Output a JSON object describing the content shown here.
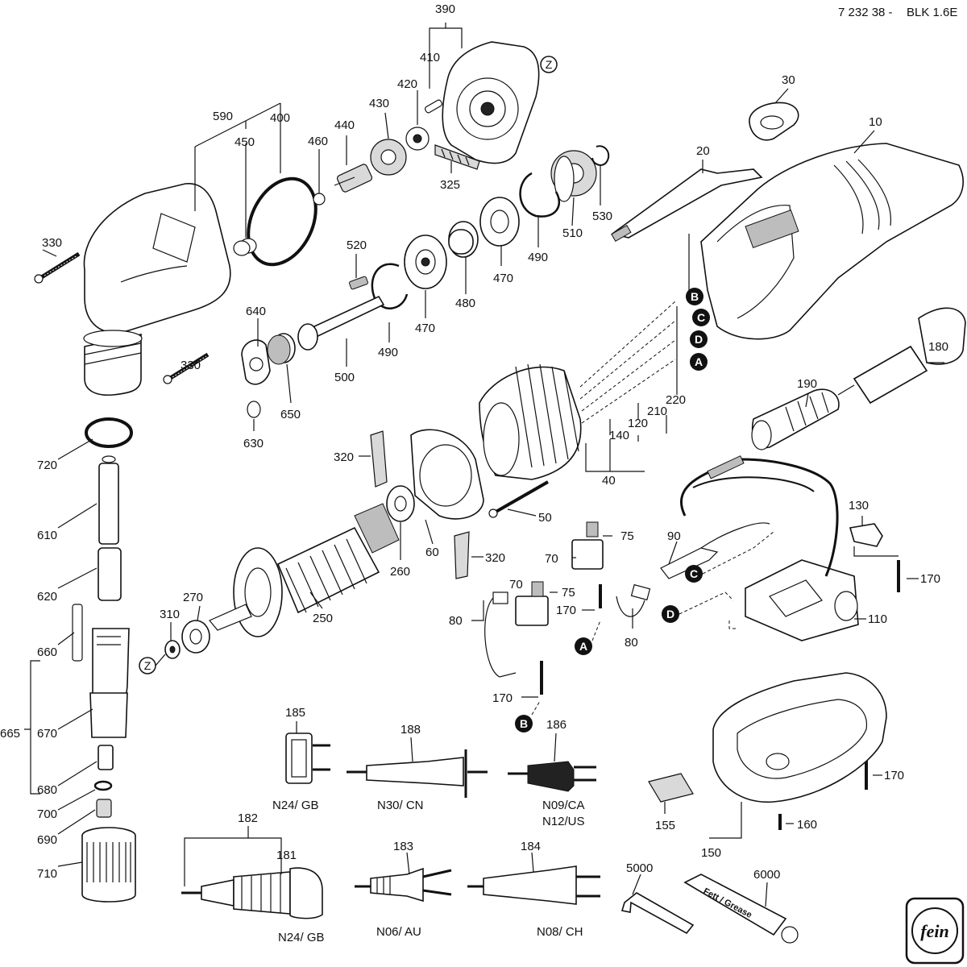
{
  "header": {
    "doc_number": "7 232 38 -",
    "model": "BLK 1.6E"
  },
  "brand_logo": "fein",
  "part_labels": [
    "390",
    "410",
    "420",
    "430",
    "440",
    "460",
    "400",
    "450",
    "590",
    "330",
    "520",
    "640",
    "500",
    "490",
    "470",
    "480",
    "325",
    "510",
    "530",
    "20",
    "30",
    "10",
    "650",
    "630",
    "720",
    "610",
    "620",
    "660",
    "665",
    "670",
    "680",
    "700",
    "690",
    "710",
    "320",
    "60",
    "260",
    "270",
    "310",
    "250",
    "50",
    "40",
    "140",
    "120",
    "210",
    "220",
    "180",
    "190",
    "130",
    "90",
    "75",
    "70",
    "80",
    "170",
    "110",
    "185",
    "188",
    "186",
    "182",
    "181",
    "183",
    "184",
    "5000",
    "6000",
    "155",
    "150",
    "160"
  ],
  "connector_markers": [
    "A",
    "B",
    "C",
    "D",
    "Z"
  ],
  "plug_variants": {
    "p185": "N24/ GB",
    "p188": "N30/ CN",
    "p186_a": "N09/CA",
    "p186_b": "N12/US",
    "p181": "N24/ GB",
    "p183": "N06/ AU",
    "p184": "N08/ CH"
  },
  "grease_label": "Fett / Grease"
}
